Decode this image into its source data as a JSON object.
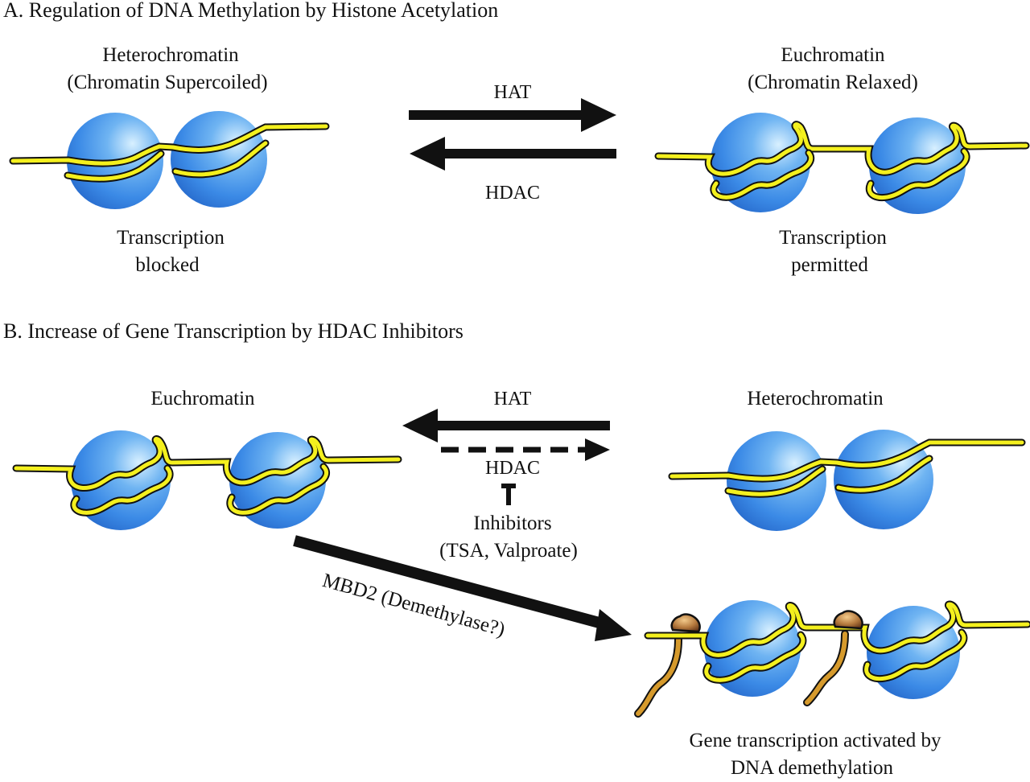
{
  "colors": {
    "nucleosome_light": "#cfeaff",
    "nucleosome": "#4a98e8",
    "nucleosome_dark": "#2a6fd0",
    "dna": "#f4f01e",
    "outline": "#111111",
    "methyl_group": "#b07a3c",
    "tail": "#d69a2c"
  },
  "panel_a": {
    "title": "A. Regulation of DNA Methylation by Histone Acetylation",
    "left_state": {
      "line1": "Heterochromatin",
      "line2": "(Chromatin Supercoiled)"
    },
    "right_state": {
      "line1": "Euchromatin",
      "line2": "(Chromatin Relaxed)"
    },
    "forward_enzyme": "HAT",
    "reverse_enzyme": "HDAC",
    "left_outcome": {
      "line1": "Transcription",
      "line2": "blocked"
    },
    "right_outcome": {
      "line1": "Transcription",
      "line2": "permitted"
    }
  },
  "panel_b": {
    "title": "B. Increase of Gene Transcription by HDAC Inhibitors",
    "left_state": "Euchromatin",
    "right_state": "Heterochromatin",
    "solid_arrow_enzyme": "HAT",
    "dashed_arrow_enzyme": "HDAC",
    "inhibitors_line1": "Inhibitors",
    "inhibitors_line2": "(TSA, Valproate)",
    "diagonal_label": "MBD2 (Demethylase?)",
    "outcome": {
      "line1": "Gene transcription activated by",
      "line2": "DNA demethylation"
    }
  }
}
